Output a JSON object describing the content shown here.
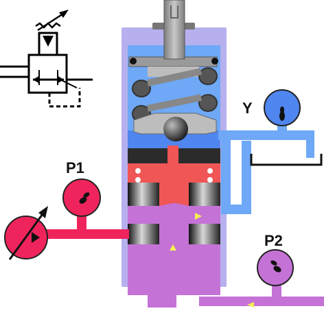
{
  "labels": {
    "p1": "P1",
    "p2": "P2",
    "y": "Y"
  },
  "icons": {
    "schematic": "pressure-reducing-valve-symbol",
    "pump": "variable-displacement-pump",
    "gauges": "pressure-gauge"
  },
  "colors": {
    "inlet_pressure": "#f0245c",
    "outlet_pressure": "#c572d6",
    "pilot_drain": "#6ea8f7",
    "pilot_chamber": "#4f86ef",
    "valve_body_outline": "#b6b0ee",
    "spool_red": "#f05656",
    "steel": "#9a9a9a",
    "flow_arrow": "#f6f052"
  }
}
